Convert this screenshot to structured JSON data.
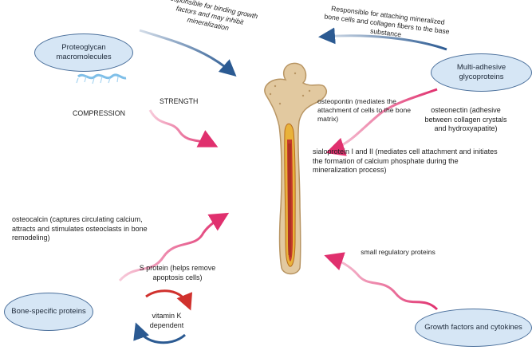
{
  "ovals": {
    "proteoglycan": "Proteoglycan macromolecules",
    "multi_adhesive": "Multi-adhesive glycoproteins",
    "bone_specific": "Bone-specific proteins",
    "growth_factors": "Growth factors and cytokines"
  },
  "labels": {
    "binding": "Responsible for binding growth factors and may inhibit mineralization",
    "attaching": "Responsible for attaching mineralized bone cells and collagen fibers to the base substance",
    "compression": "COMPRESSION",
    "strength": "STRENGTH",
    "osteopontin": "osteopontin (mediates the attachment of cells to the bone matrix)",
    "osteonectin": "osteonectin (adhesive between collagen crystals and hydroxyapatite)",
    "sialoprotein": "sialoprotein I and II (mediates cell attachment and initiates the formation of calcium phosphate during the mineralization process)",
    "osteocalcin": "osteocalcin (captures circulating calcium, attracts and stimulates osteoclasts in bone remodeling)",
    "s_protein": "S protein (helps remove apoptosis cells)",
    "small_regulatory": "small regulatory proteins",
    "vitamin_k": "vitamin K dependent"
  },
  "colors": {
    "oval_fill": "#d6e6f5",
    "oval_stroke": "#4a6f9b",
    "pink_arrow": "#e0306e",
    "blue_arrow": "#2b5a92",
    "bone": "#e2c9a0",
    "marrow": "#c43a2a"
  }
}
